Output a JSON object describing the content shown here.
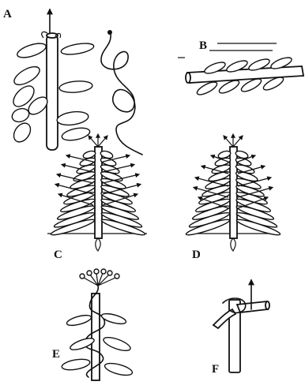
{
  "figure": {
    "panels": [
      {
        "id": "A",
        "label": "A"
      },
      {
        "id": "B",
        "label": "B"
      },
      {
        "id": "C",
        "label": "C"
      },
      {
        "id": "D",
        "label": "D"
      },
      {
        "id": "E",
        "label": "E"
      },
      {
        "id": "F",
        "label": "F"
      }
    ],
    "ink_color": "#111111",
    "background_color": "#ffffff"
  }
}
